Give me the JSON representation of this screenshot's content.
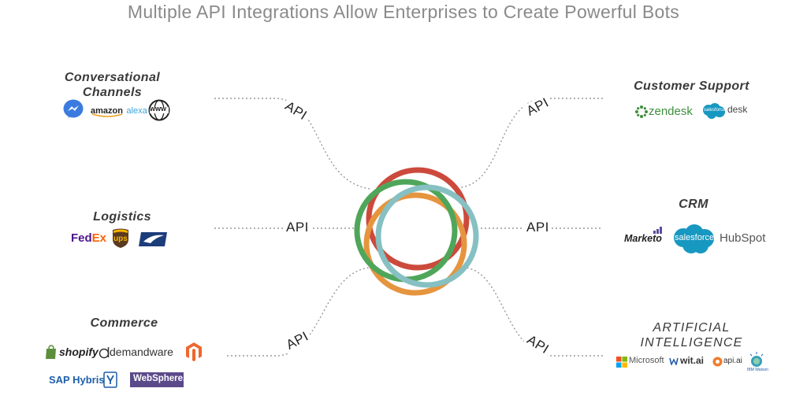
{
  "title": "Multiple API Integrations Allow Enterprises to Create Powerful Bots",
  "api_label": "API",
  "categories": {
    "conversational": "Conversational Channels",
    "logistics": "Logistics",
    "commerce": "Commerce",
    "support": "Customer Support",
    "crm": "CRM",
    "ai": "ARTIFICIAL INTELLIGENCE"
  },
  "logos": {
    "messenger": "messenger-icon",
    "amazon": "amazon",
    "alexa": "alexa",
    "www": "www",
    "fedex_fed": "Fed",
    "fedex_ex": "Ex",
    "ups": "ups",
    "usps": "usps-eagle-icon",
    "shopify": "shopify",
    "demandware": "demandware",
    "magento": "magento-icon",
    "sap": "SAP Hybris",
    "websphere": "WebSphere.",
    "zendesk": "zendesk",
    "sf_desk_small": "salesforce",
    "desk": "desk",
    "marketo": "Marketo",
    "salesforce": "salesforce",
    "hubspot": "HubSpot",
    "microsoft": "Microsoft",
    "witai": "wit.ai",
    "apiai": "api.ai",
    "watson": "IBM Watson"
  },
  "colors": {
    "ring_red": "#cc4a3c",
    "ring_green": "#4fa65a",
    "ring_orange": "#e6953f",
    "ring_teal": "#86c0c2",
    "fedex_purple": "#4d148c",
    "fedex_orange": "#ff6200",
    "ups_brown": "#5a3a1e",
    "usps_blue": "#1c3d7a",
    "shopify_green": "#5c8f3c",
    "magento_orange": "#ee672f",
    "sap_blue": "#1d5fa8",
    "websphere_purple": "#5b4a8a",
    "zendesk_green": "#3f8f3e",
    "salesforce_blue": "#1798c1",
    "marketo_purple": "#5c4c9f",
    "hubspot_orange": "#f57722"
  }
}
